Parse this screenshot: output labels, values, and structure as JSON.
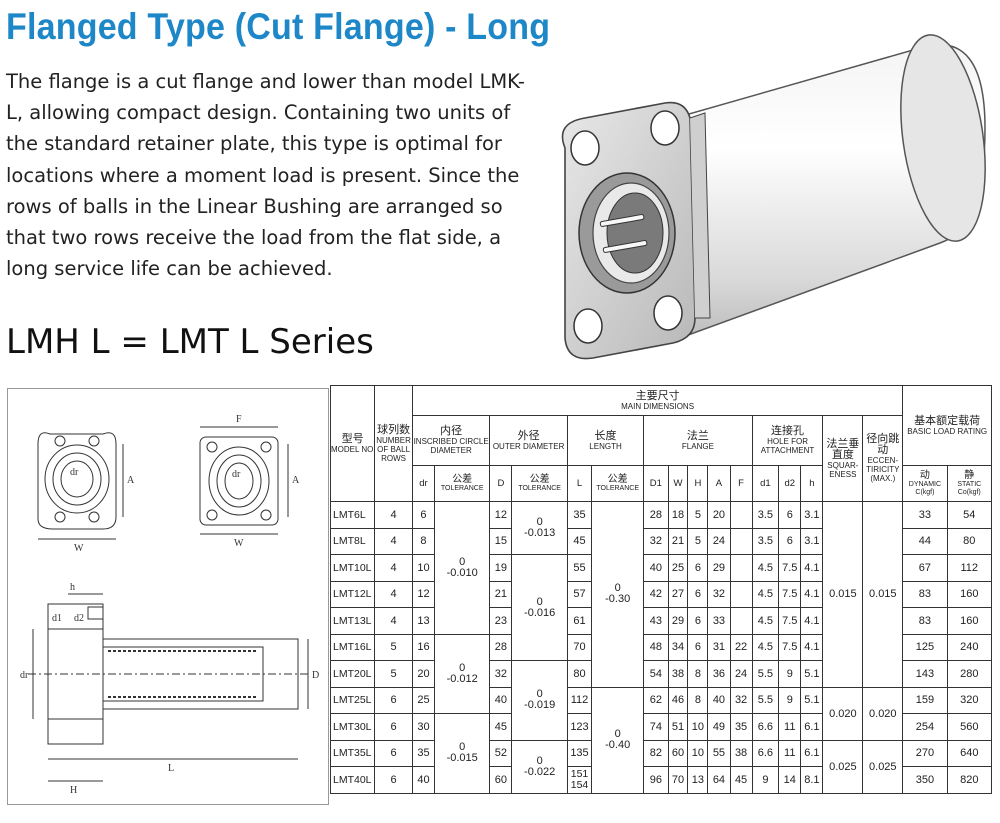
{
  "title": "Flanged Type (Cut Flange) - Long",
  "description": "The flange is a cut flange and lower than model LMK-L, allowing compact design. Containing two units of the standard retainer plate, this type is optimal for locations where a moment load is present. Since the rows of balls in the Linear Bushing are arranged so that two rows receive the load from the flat side, a long service life can be achieved.",
  "series_line": "LMH L = LMT L  Series",
  "drawing_labels": {
    "front_w": "W",
    "front_a": "A",
    "front_dr": "dr",
    "side_f": "F",
    "side_a": "A",
    "side_w": "W",
    "side_dr": "dr",
    "h": "h",
    "d1": "d1",
    "d2": "d2",
    "dr": "dr",
    "d": "D",
    "H": "H",
    "L": "L"
  },
  "table": {
    "main_dim_cn": "主要尺寸",
    "main_dim_en": "MAIN DIMENSIONS",
    "model_cn": "型号",
    "model_en": "MODEL NO.",
    "balls_cn": "球列数",
    "balls_en": "NUMBER OF BALL ROWS",
    "inscribed_cn": "内径",
    "inscribed_en": "INSCRIBED CIRCLE DIAMETER",
    "outer_cn": "外径",
    "outer_en": "OUTER DIAMETER",
    "length_cn": "长度",
    "length_en": "LENGTH",
    "flange_cn": "法兰",
    "flange_en": "FLANGE",
    "hole_cn": "连接孔",
    "hole_en": "HOLE FOR ATTACHMENT",
    "sq_cn": "法兰垂直度",
    "sq_en": "SQUAR-ENESS",
    "ecc_cn": "径向跳动",
    "ecc_en": "ECCEN-TIRICITY (MAX.)",
    "load_cn": "基本额定载荷",
    "load_en": "BASIC LOAD RATING",
    "tol_cn": "公差",
    "tol_en": "TOLERANCE",
    "dyn_cn": "动",
    "dyn_en": "DYNAMIC C(kgf)",
    "sta_cn": "静",
    "sta_en": "STATIC Co(kgf)",
    "col_dr": "dr",
    "col_D": "D",
    "col_L": "L",
    "col_D1": "D1",
    "col_W": "W",
    "col_H": "H",
    "col_A": "A",
    "col_F": "F",
    "col_d1": "d1",
    "col_d2": "d2",
    "col_h": "h",
    "tol_dr_1": "0\n-0.010",
    "tol_dr_2": "0\n-0.012",
    "tol_dr_3": "0\n-0.015",
    "tol_D_1": "0\n-0.013",
    "tol_D_2": "0\n-0.016",
    "tol_D_3": "0\n-0.019",
    "tol_D_4": "0\n-0.022",
    "tol_L_1": "0\n-0.30",
    "tol_L_2": "0\n-0.40",
    "sq_1": "0.015",
    "sq_2": "0.020",
    "sq_3": "0.025",
    "ecc_1": "0.015",
    "ecc_2": "0.020",
    "ecc_3": "0.025",
    "rows": [
      {
        "model": "LMT6L",
        "balls": "4",
        "dr": "6",
        "D": "12",
        "L": "35",
        "D1": "28",
        "W": "18",
        "H": "5",
        "A": "20",
        "F": "",
        "d1": "3.5",
        "d2": "6",
        "h": "3.1",
        "C": "33",
        "Co": "54"
      },
      {
        "model": "LMT8L",
        "balls": "4",
        "dr": "8",
        "D": "15",
        "L": "45",
        "D1": "32",
        "W": "21",
        "H": "5",
        "A": "24",
        "F": "",
        "d1": "3.5",
        "d2": "6",
        "h": "3.1",
        "C": "44",
        "Co": "80"
      },
      {
        "model": "LMT10L",
        "balls": "4",
        "dr": "10",
        "D": "19",
        "L": "55",
        "D1": "40",
        "W": "25",
        "H": "6",
        "A": "29",
        "F": "",
        "d1": "4.5",
        "d2": "7.5",
        "h": "4.1",
        "C": "67",
        "Co": "112"
      },
      {
        "model": "LMT12L",
        "balls": "4",
        "dr": "12",
        "D": "21",
        "L": "57",
        "D1": "42",
        "W": "27",
        "H": "6",
        "A": "32",
        "F": "",
        "d1": "4.5",
        "d2": "7.5",
        "h": "4.1",
        "C": "83",
        "Co": "160"
      },
      {
        "model": "LMT13L",
        "balls": "4",
        "dr": "13",
        "D": "23",
        "L": "61",
        "D1": "43",
        "W": "29",
        "H": "6",
        "A": "33",
        "F": "",
        "d1": "4.5",
        "d2": "7.5",
        "h": "4.1",
        "C": "83",
        "Co": "160"
      },
      {
        "model": "LMT16L",
        "balls": "5",
        "dr": "16",
        "D": "28",
        "L": "70",
        "D1": "48",
        "W": "34",
        "H": "6",
        "A": "31",
        "F": "22",
        "d1": "4.5",
        "d2": "7.5",
        "h": "4.1",
        "C": "125",
        "Co": "240"
      },
      {
        "model": "LMT20L",
        "balls": "5",
        "dr": "20",
        "D": "32",
        "L": "80",
        "D1": "54",
        "W": "38",
        "H": "8",
        "A": "36",
        "F": "24",
        "d1": "5.5",
        "d2": "9",
        "h": "5.1",
        "C": "143",
        "Co": "280"
      },
      {
        "model": "LMT25L",
        "balls": "6",
        "dr": "25",
        "D": "40",
        "L": "112",
        "D1": "62",
        "W": "46",
        "H": "8",
        "A": "40",
        "F": "32",
        "d1": "5.5",
        "d2": "9",
        "h": "5.1",
        "C": "159",
        "Co": "320"
      },
      {
        "model": "LMT30L",
        "balls": "6",
        "dr": "30",
        "D": "45",
        "L": "123",
        "D1": "74",
        "W": "51",
        "H": "10",
        "A": "49",
        "F": "35",
        "d1": "6.6",
        "d2": "11",
        "h": "6.1",
        "C": "254",
        "Co": "560"
      },
      {
        "model": "LMT35L",
        "balls": "6",
        "dr": "35",
        "D": "52",
        "L": "135",
        "D1": "82",
        "W": "60",
        "H": "10",
        "A": "55",
        "F": "38",
        "d1": "6.6",
        "d2": "11",
        "h": "6.1",
        "C": "270",
        "Co": "640"
      },
      {
        "model": "LMT40L",
        "balls": "6",
        "dr": "40",
        "D": "60",
        "L": "151\n154",
        "D1": "96",
        "W": "70",
        "H": "13",
        "A": "64",
        "F": "45",
        "d1": "9",
        "d2": "14",
        "h": "8.1",
        "C": "350",
        "Co": "820"
      }
    ]
  }
}
